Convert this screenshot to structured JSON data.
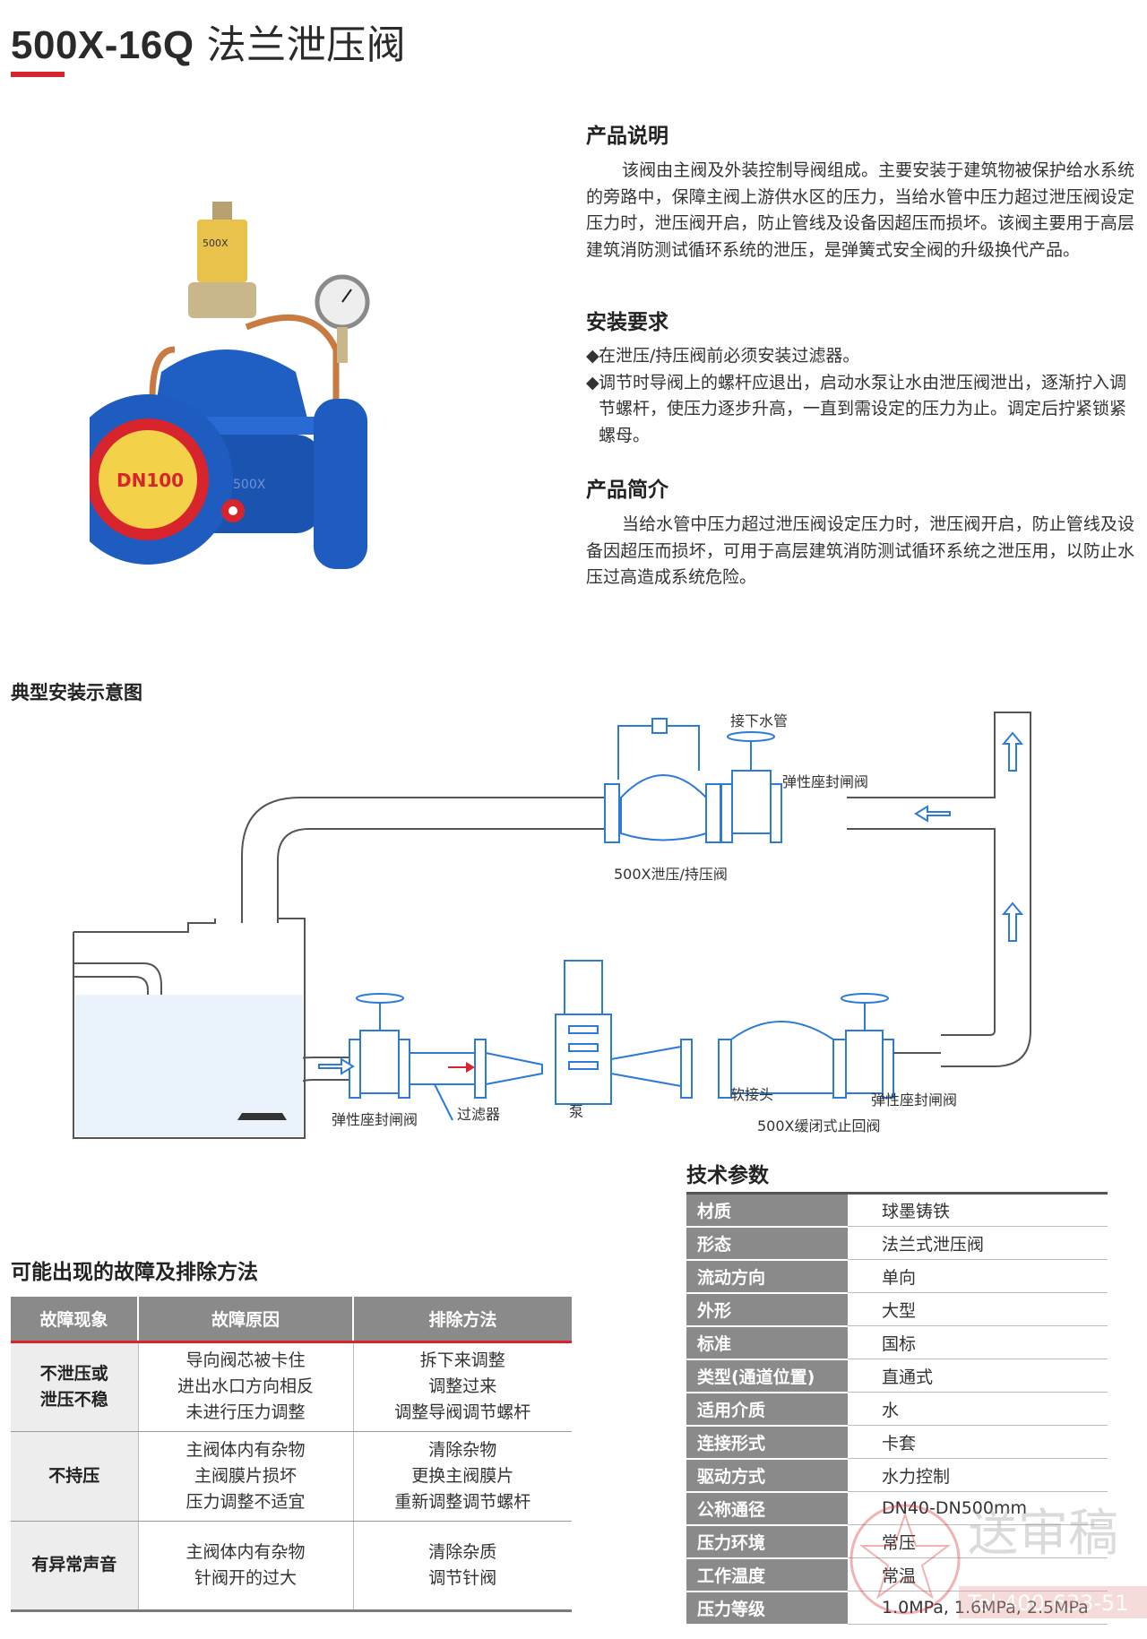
{
  "header": {
    "model": "500X-16Q",
    "name": "法兰泄压阀"
  },
  "product_image": {
    "badge_text": "DN100",
    "body_mark": "500X"
  },
  "sections": {
    "description": {
      "heading": "产品说明",
      "text": "该阀由主阀及外装控制导阀组成。主要安装于建筑物被保护给水系统的旁路中，保障主阀上游供水区的压力，当给水管中压力超过泄压阀设定压力时，泄压阀开启，防止管线及设备因超压而损坏。该阀主要用于高层建筑消防测试循环系统的泄压，是弹簧式安全阀的升级换代产品。"
    },
    "install": {
      "heading": "安装要求",
      "items": [
        "在泄压/持压阀前必须安装过滤器。",
        "调节时导阀上的螺杆应退出，启动水泵让水由泄压阀泄出，逐渐拧入调节螺杆，使压力逐步升高，一直到需设定的压力为止。调定后拧紧锁紧螺母。"
      ],
      "bullet": "◆"
    },
    "intro": {
      "heading": "产品简介",
      "text": "当给水管中压力超过泄压阀设定压力时，泄压阀开启，防止管线及设备因超压而损坏，可用于高层建筑消防测试循环系统之泄压用，以防止水压过高造成系统危险。"
    }
  },
  "diagram": {
    "title": "典型安装示意图",
    "labels": {
      "downstream_pipe": "接下水管",
      "gate_valve_top": "弹性座封闸阀",
      "relief_valve": "500X泄压/持压阀",
      "gate_valve_left": "弹性座封闸阀",
      "filter": "过滤器",
      "pump": "泵",
      "flex_joint": "软接头",
      "gate_valve_right": "弹性座封闸阀",
      "check_valve": "500X缓闭式止回阀"
    }
  },
  "fault_table": {
    "title": "可能出现的故障及排除方法",
    "headers": [
      "故障现象",
      "故障原因",
      "排除方法"
    ],
    "rows": [
      {
        "symptom": [
          "不泄压或",
          "泄压不稳"
        ],
        "causes": [
          "导向阀芯被卡住",
          "进出水口方向相反",
          "未进行压力调整"
        ],
        "fixes": [
          "拆下来调整",
          "调整过来",
          "调整导阀调节螺杆"
        ]
      },
      {
        "symptom": [
          "不持压"
        ],
        "causes": [
          "主阀体内有杂物",
          "主阀膜片损坏",
          "压力调整不适宜"
        ],
        "fixes": [
          "清除杂物",
          "更换主阀膜片",
          "重新调整调节螺杆"
        ]
      },
      {
        "symptom": [
          "有异常声音"
        ],
        "causes": [
          "主阀体内有杂物",
          "针阀开的过大"
        ],
        "fixes": [
          "清除杂质",
          "调节针阀"
        ]
      }
    ]
  },
  "tech_params": {
    "title": "技术参数",
    "rows": [
      {
        "key": "材质",
        "value": "球墨铸铁"
      },
      {
        "key": "形态",
        "value": "法兰式泄压阀"
      },
      {
        "key": "流动方向",
        "value": "单向"
      },
      {
        "key": "外形",
        "value": "大型"
      },
      {
        "key": "标准",
        "value": "国标"
      },
      {
        "key": "类型(通道位置)",
        "value": "直通式"
      },
      {
        "key": "适用介质",
        "value": "水"
      },
      {
        "key": "连接形式",
        "value": "卡套"
      },
      {
        "key": "驱动方式",
        "value": "水力控制"
      },
      {
        "key": "公称通径",
        "value": "DN40-DN500mm"
      },
      {
        "key": "压力环境",
        "value": "常压"
      },
      {
        "key": "工作温度",
        "value": "常温"
      },
      {
        "key": "压力等级",
        "value": "1.0MPa, 1.6MPa, 2.5MPa"
      }
    ]
  },
  "watermark": {
    "text": "送审稿",
    "tel": "Tel:400-633-51"
  },
  "colors": {
    "accent": "#d8242c",
    "valve_blue": "#1f5fc4",
    "diagram_blue": "#2d7bd6",
    "table_gray": "#8a8a8a"
  }
}
